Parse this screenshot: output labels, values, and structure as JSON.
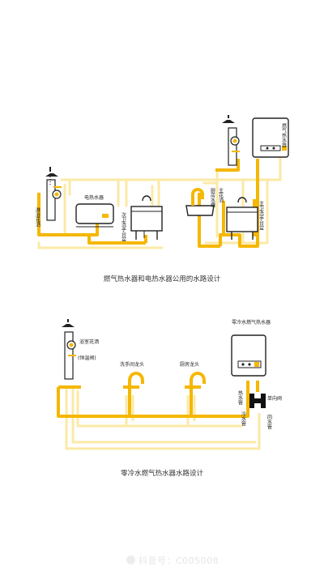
{
  "diagram1": {
    "title": "燃气热水器和电热水器公用的水路设计",
    "labels": {
      "shower_left": "淋浴花洒",
      "electric_heater": "电热水器",
      "washbasin_left": "次卫洗手台盆",
      "kitchen": "厨房水槽",
      "shower_main": "主花洒",
      "washbasin_main": "主卫洗手台盆",
      "gas_heater": "燃气热水器"
    }
  },
  "diagram2": {
    "title": "零冷水燃气热水器水路设计",
    "labels": {
      "bath_shower": "浴室花洒",
      "bath_shower_sub": "(恒温阀)",
      "basin_tap": "洗手间龙头",
      "kitchen_tap": "厨房龙头",
      "heater": "零冷水燃气热水器",
      "check_valve": "单向阀",
      "hot_pipe": "热水管",
      "cold_pipe": "冷水管",
      "return_pipe": "回水管"
    }
  },
  "watermark": {
    "text": "抖音号：C005008",
    "icon": "douyin-logo-icon"
  },
  "colors": {
    "pipe_hot": "#f5b700",
    "pipe_cold": "#fbe9a6",
    "line": "#222222",
    "background": "#ffffff"
  }
}
